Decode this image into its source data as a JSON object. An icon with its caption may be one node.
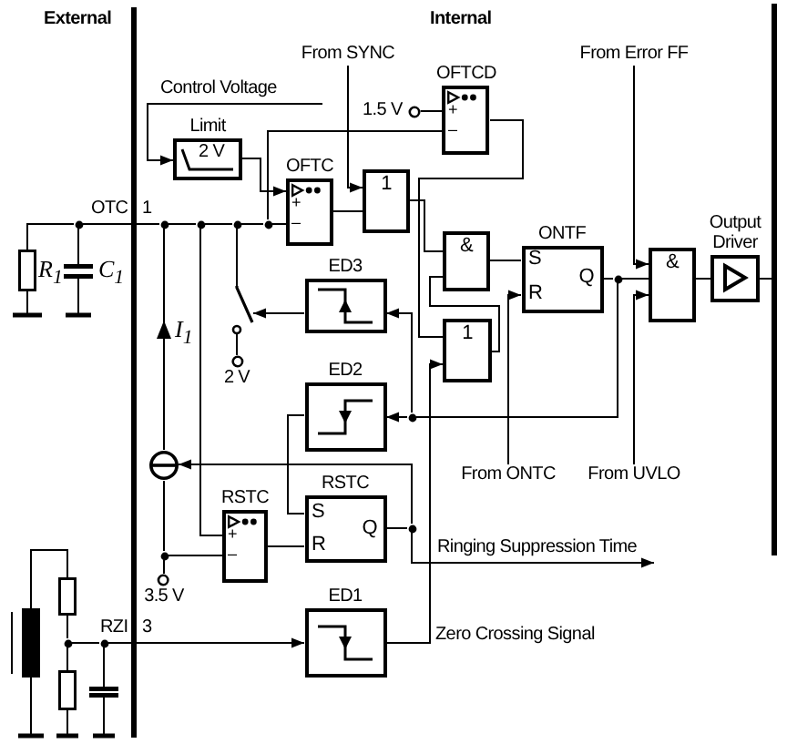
{
  "diagram": {
    "nodes": [
      {
        "text": [
          "From SYNC"
        ]
      },
      {
        "text": [
          "From Error FF"
        ]
      },
      {
        "text": [
          "OFTCD",
          "+",
          "–"
        ]
      },
      {
        "text": [
          "1.5 V"
        ]
      },
      {
        "text": [
          "Limit",
          "2 V"
        ]
      },
      {
        "text": [
          "OFTC",
          "+",
          "–"
        ]
      },
      {
        "text": [
          "1"
        ]
      },
      {
        "text": [
          "Output Driver"
        ]
      },
      {
        "text": [
          "ONTF",
          "S",
          "R",
          "Q"
        ]
      },
      {
        "text": [],
        "shape": "dot"
      },
      {
        "text": [],
        "shape": "dot"
      },
      {
        "text": [],
        "shape": "dot"
      },
      {
        "text": [],
        "shape": "dot"
      },
      {
        "text": [],
        "shape": "dot"
      },
      {
        "text": [
          "&"
        ]
      },
      {
        "text": [
          "&"
        ]
      },
      {
        "text": [],
        "shape": "resistor",
        "beside": [
          "R$_{1}$"
        ]
      },
      {
        "text": [],
        "shape": "capacitor",
        "beside": [
          "C$_{1}$"
        ]
      },
      {
        "text": [
          "ED3"
        ]
      },
      {
        "text": [],
        "shape": "dot"
      },
      {
        "text": [],
        "shape": "switch"
      },
      {
        "text": [
          "1"
        ]
      },
      {
        "text": [
          "2 V"
        ]
      },
      {
        "text": [
          "ED2"
        ]
      },
      {
        "text": [],
        "shape": "dot"
      },
      {
        "text": [],
        "shape": "circle"
      },
      {
        "text": [
          "From ONTC"
        ]
      },
      {
        "text": [
          "From UVLO"
        ]
      },
      {
        "text": [
          "RSTC",
          "+",
          "–"
        ]
      },
      {
        "text": [
          "RSTC",
          "S",
          "R",
          "Q"
        ]
      },
      {
        "text": [],
        "shape": "dot"
      },
      {
        "text": [],
        "shape": "dot"
      },
      {
        "text": [
          "3.5 V"
        ]
      },
      {
        "text": [],
        "shape": "resistor"
      },
      {
        "text": [
          "ED1"
        ]
      },
      {
        "text": [],
        "shape": "bar"
      },
      {
        "text": [],
        "shape": "dot"
      },
      {
        "text": [],
        "shape": "dot"
      },
      {
        "text": [],
        "shape": "resistor"
      },
      {
        "text": [],
        "shape": "capacitor"
      }
    ],
    "edges": [
      {
        "from": null,
        "to": 4,
        "arrow": "to",
        "label": "Control Voltage"
      },
      {
        "from": 4,
        "to": 5,
        "arrow": "to"
      },
      {
        "from": 3,
        "to": 2,
        "arrow": "none"
      },
      {
        "from": 13,
        "to": 2,
        "arrow": "none"
      },
      {
        "from": 13,
        "to": 5,
        "arrow": "none"
      },
      {
        "from": 0,
        "to": 6,
        "arrow": "to"
      },
      {
        "from": 5,
        "to": 6,
        "arrow": "none"
      },
      {
        "from": 2,
        "to": 21,
        "arrow": "none"
      },
      {
        "from": 6,
        "to": 14,
        "arrow": "none"
      },
      {
        "from": 21,
        "to": 14,
        "arrow": "none"
      },
      {
        "from": 14,
        "to": 8,
        "arrow": "none"
      },
      {
        "from": 26,
        "to": 8,
        "arrow": "to"
      },
      {
        "from": 8,
        "to": 19,
        "arrow": "none"
      },
      {
        "from": 19,
        "to": 15,
        "arrow": "none"
      },
      {
        "from": 1,
        "to": 15,
        "arrow": "to"
      },
      {
        "from": 27,
        "to": 15,
        "arrow": "to"
      },
      {
        "from": 15,
        "to": 7,
        "arrow": "none"
      },
      {
        "from": 7,
        "to": null,
        "arrow": "none"
      },
      {
        "from": 19,
        "to": 24,
        "arrow": "none"
      },
      {
        "from": 24,
        "to": 18,
        "arrow": "to"
      },
      {
        "from": 24,
        "to": 23,
        "arrow": "to"
      },
      {
        "from": 18,
        "to": 20,
        "arrow": "to"
      },
      {
        "from": 9,
        "to": 16,
        "arrow": "none"
      },
      {
        "from": 9,
        "to": 17,
        "arrow": "none"
      },
      {
        "from": 9,
        "to": 10,
        "arrow": "none"
      },
      {
        "from": 25,
        "to": 10,
        "arrow": "to"
      },
      {
        "from": 10,
        "to": 11,
        "arrow": "none"
      },
      {
        "from": 11,
        "to": 28,
        "arrow": "none"
      },
      {
        "from": 11,
        "to": 12,
        "arrow": "none"
      },
      {
        "from": 12,
        "to": 20,
        "arrow": "none"
      },
      {
        "from": 20,
        "to": 22,
        "arrow": "none"
      },
      {
        "from": 12,
        "to": 13,
        "arrow": "none"
      },
      {
        "from": 25,
        "to": 31,
        "arrow": "none"
      },
      {
        "from": 31,
        "to": 32,
        "arrow": "none"
      },
      {
        "from": 31,
        "to": 28,
        "arrow": "none"
      },
      {
        "from": 23,
        "to": 29,
        "arrow": "none"
      },
      {
        "from": 28,
        "to": 29,
        "arrow": "none"
      },
      {
        "from": 29,
        "to": 30,
        "arrow": "none"
      },
      {
        "from": 30,
        "to": 25,
        "arrow": "to"
      },
      {
        "from": 30,
        "to": null,
        "arrow": "to",
        "label": "Ringing Suppression Time"
      },
      {
        "from": 35,
        "to": 33,
        "arrow": "none"
      },
      {
        "from": 33,
        "to": 36,
        "arrow": "none"
      },
      {
        "from": 38,
        "to": 36,
        "arrow": "none"
      },
      {
        "from": 36,
        "to": 37,
        "arrow": "none"
      },
      {
        "from": 39,
        "to": 37,
        "arrow": "none"
      },
      {
        "from": 37,
        "to": 34,
        "arrow": "to"
      },
      {
        "from": 34,
        "to": 21,
        "arrow": "to",
        "label": "Zero Crossing Signal"
      }
    ],
    "labels": [
      "External",
      "Internal",
      "OTC",
      "1",
      "I$_{1}$",
      "RZI",
      "3"
    ]
  }
}
